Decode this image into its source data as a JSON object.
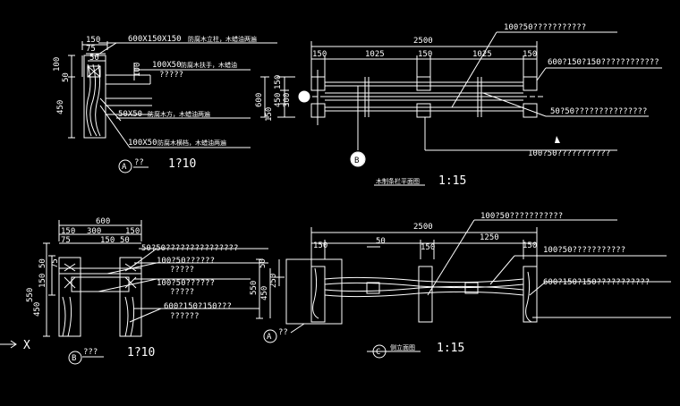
{
  "views": {
    "a_section": {
      "dims": {
        "top": "150",
        "sub1": "75",
        "sub2": "50",
        "left_100": "100",
        "left_50": "50",
        "left_450": "450",
        "right_100": "100"
      },
      "labels": {
        "l1": "600X150X150",
        "l1_cn": "防腐木立柱，木蜡油两遍",
        "l2": "100X50",
        "l2_cn": "防腐木扶手，木蜡油",
        "l2_q": "?????",
        "l3": "50X50",
        "l3_cn": "防腐木方，木蜡油两遍",
        "l4": "100X50",
        "l4_cn": "防腐木横档，木蜡油两遍"
      },
      "marker": "A",
      "title": "??",
      "scale": "1?10"
    },
    "plan": {
      "dims": {
        "total": "2500",
        "d1": "150",
        "d2": "1025",
        "d3": "150",
        "d4": "1025",
        "d5": "150",
        "l600": "600",
        "l150a": "150",
        "l450": "450",
        "l300": "300",
        "l150b": "150"
      },
      "labels": {
        "t1": "100?50???????????",
        "t2": "600?150?150????????????",
        "t3": "50?50???????????????",
        "t4": "100?50???????????"
      },
      "marker": "B",
      "title": "木制条栏平面图",
      "scale": "1:15"
    },
    "b_section": {
      "dims": {
        "total": "600",
        "d1": "150",
        "d2": "300",
        "d3": "150",
        "t1": "75",
        "t2": "150",
        "t3": "50",
        "left_550": "550",
        "left_450": "450",
        "left_150": "150",
        "left_50": "50",
        "left_75": "75"
      },
      "labels": {
        "t1": "50?50???????????????",
        "t2": "100?50??????",
        "t2b": "?????",
        "t3": "100?50??????",
        "t3b": "?????",
        "t4": "600?150?150???",
        "t4b": "??????"
      },
      "marker": "B",
      "title": "???",
      "scale": "1?10"
    },
    "elevation": {
      "dims": {
        "total": "2500",
        "d50": "50",
        "d150": "150",
        "d1250": "1250",
        "d150b": "150",
        "d150c": "150",
        "l50": "50",
        "l550": "550",
        "l450": "450",
        "l250": "250"
      },
      "labels": {
        "t1": "100?50???????????",
        "t2": "100?50???????????",
        "t3": "600?150?150???????????"
      },
      "marker_a": "A",
      "marker_a_text": "??",
      "marker": "C",
      "title": "侧立面图",
      "scale": "1:15"
    }
  },
  "ucs": {
    "label": "X"
  }
}
